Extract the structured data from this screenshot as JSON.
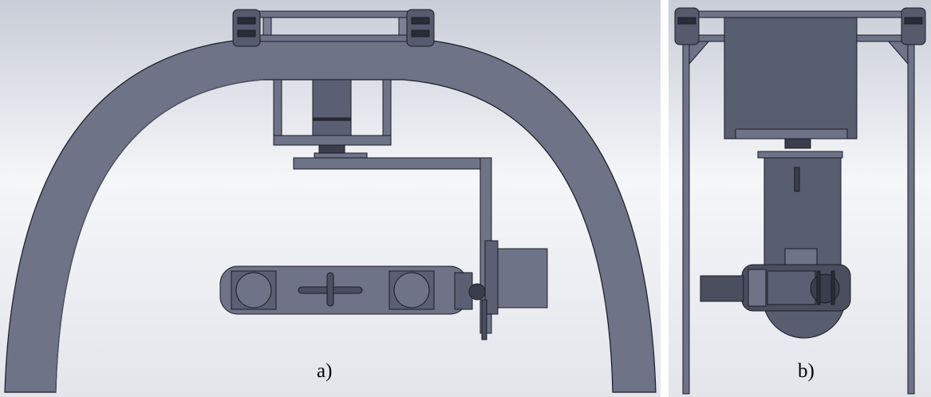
{
  "figure": {
    "panels": [
      {
        "id": "a",
        "label": "a)",
        "view": "front"
      },
      {
        "id": "b",
        "label": "b)",
        "view": "side"
      }
    ]
  },
  "colors": {
    "metal": "#6e7388",
    "metal_dark": "#4a4e5f",
    "edge": "#1a1c24",
    "bg_top": "#c8ccd6",
    "bg_mid": "#f4f5f8",
    "bg_bottom": "#e4e6ec"
  }
}
